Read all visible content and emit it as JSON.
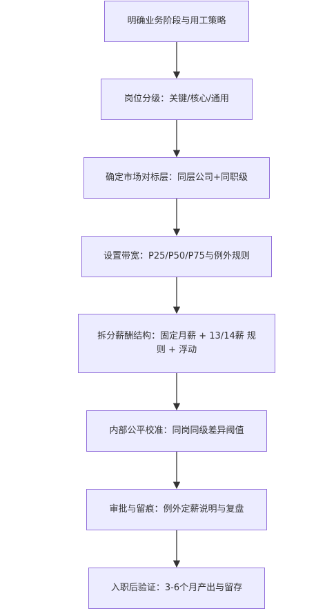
{
  "flowchart": {
    "nodes": [
      {
        "id": "n1",
        "label": "明确业务阶段与用工策略"
      },
      {
        "id": "n2",
        "label": "岗位分级：关键/核心/通用"
      },
      {
        "id": "n3",
        "label": "确定市场对标层：同层公司+同职级"
      },
      {
        "id": "n4",
        "label": "设置带宽：P25/P50/P75与例外规则"
      },
      {
        "id": "n5",
        "label": "拆分薪酬结构：固定月薪 + 13/14薪 规则 + 浮动"
      },
      {
        "id": "n6",
        "label": "内部公平校准：同岗同级差异阈值"
      },
      {
        "id": "n7",
        "label": "审批与留痕：例外定薪说明与复盘"
      },
      {
        "id": "n8",
        "label": "入职后验证：3-6个月产出与留存"
      }
    ],
    "edges": [
      {
        "from": "n1",
        "to": "n2"
      },
      {
        "from": "n2",
        "to": "n3"
      },
      {
        "from": "n3",
        "to": "n4"
      },
      {
        "from": "n4",
        "to": "n5"
      },
      {
        "from": "n5",
        "to": "n6"
      },
      {
        "from": "n6",
        "to": "n7"
      },
      {
        "from": "n7",
        "to": "n8"
      }
    ],
    "colors": {
      "node_fill": "#ECECFF",
      "node_border": "#9370DB",
      "edge": "#333333",
      "text": "#333333"
    }
  }
}
